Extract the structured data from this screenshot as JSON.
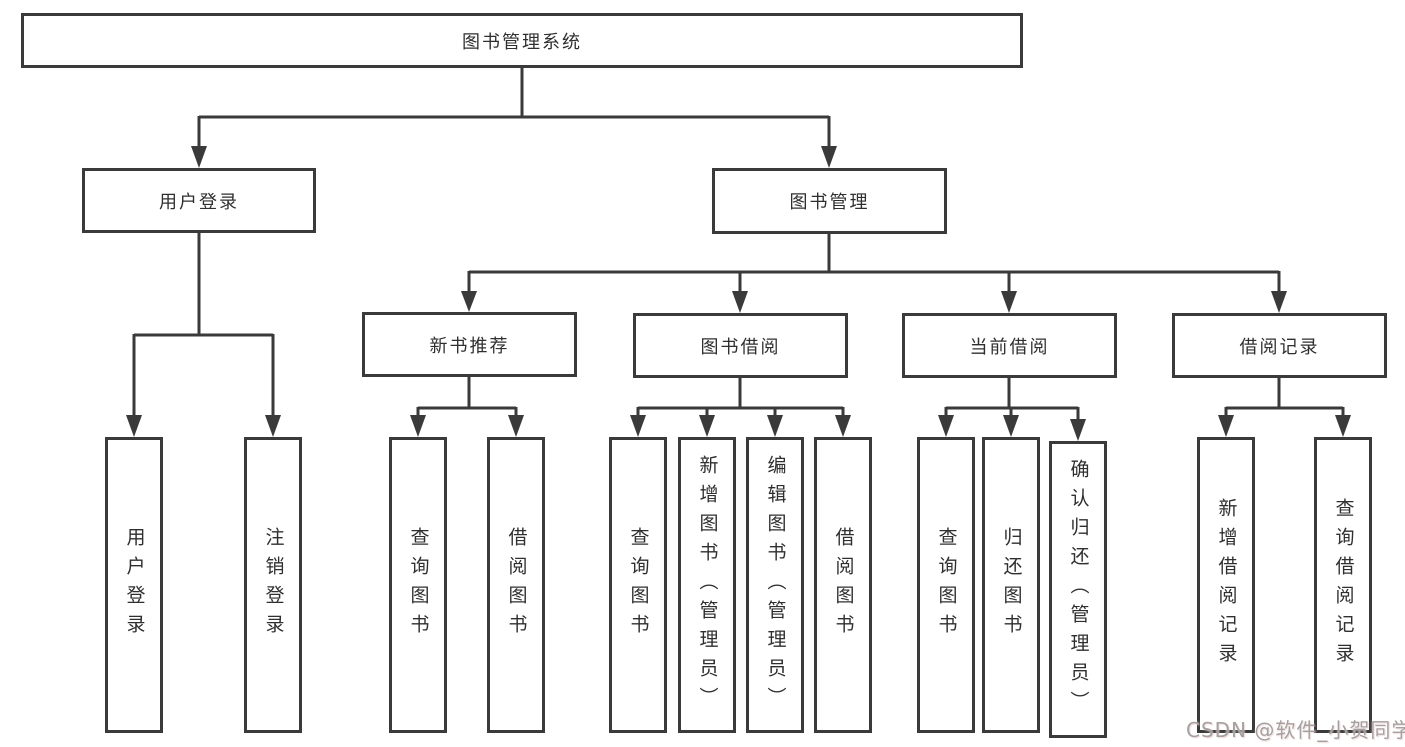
{
  "diagram": {
    "root": {
      "label": "图书管理系统"
    },
    "level2": [
      {
        "label": "用户登录"
      },
      {
        "label": "图书管理"
      }
    ],
    "level3": [
      {
        "label": "新书推荐"
      },
      {
        "label": "图书借阅"
      },
      {
        "label": "当前借阅"
      },
      {
        "label": "借阅记录"
      }
    ],
    "leaves": {
      "user_login": [
        {
          "label": "用户登录"
        },
        {
          "label": "注销登录"
        }
      ],
      "new_book": [
        {
          "label": "查询图书"
        },
        {
          "label": "借阅图书"
        }
      ],
      "book_borrow": [
        {
          "label": "查询图书"
        },
        {
          "label": "新增图书（管理员）"
        },
        {
          "label": "编辑图书（管理员）"
        },
        {
          "label": "借阅图书"
        }
      ],
      "current_borrow": [
        {
          "label": "查询图书"
        },
        {
          "label": "归还图书"
        },
        {
          "label": "确认归还（管理员）"
        }
      ],
      "borrow_records": [
        {
          "label": "新增借阅记录"
        },
        {
          "label": "查询借阅记录"
        }
      ]
    }
  },
  "colors": {
    "line": "#3a3a3a",
    "box_border": "#3a3a3a",
    "text": "#2f2f2f",
    "background": "#ffffff",
    "watermark": "#a6a0a0"
  },
  "watermark": {
    "text": "CSDN @软件_小贺同学"
  }
}
